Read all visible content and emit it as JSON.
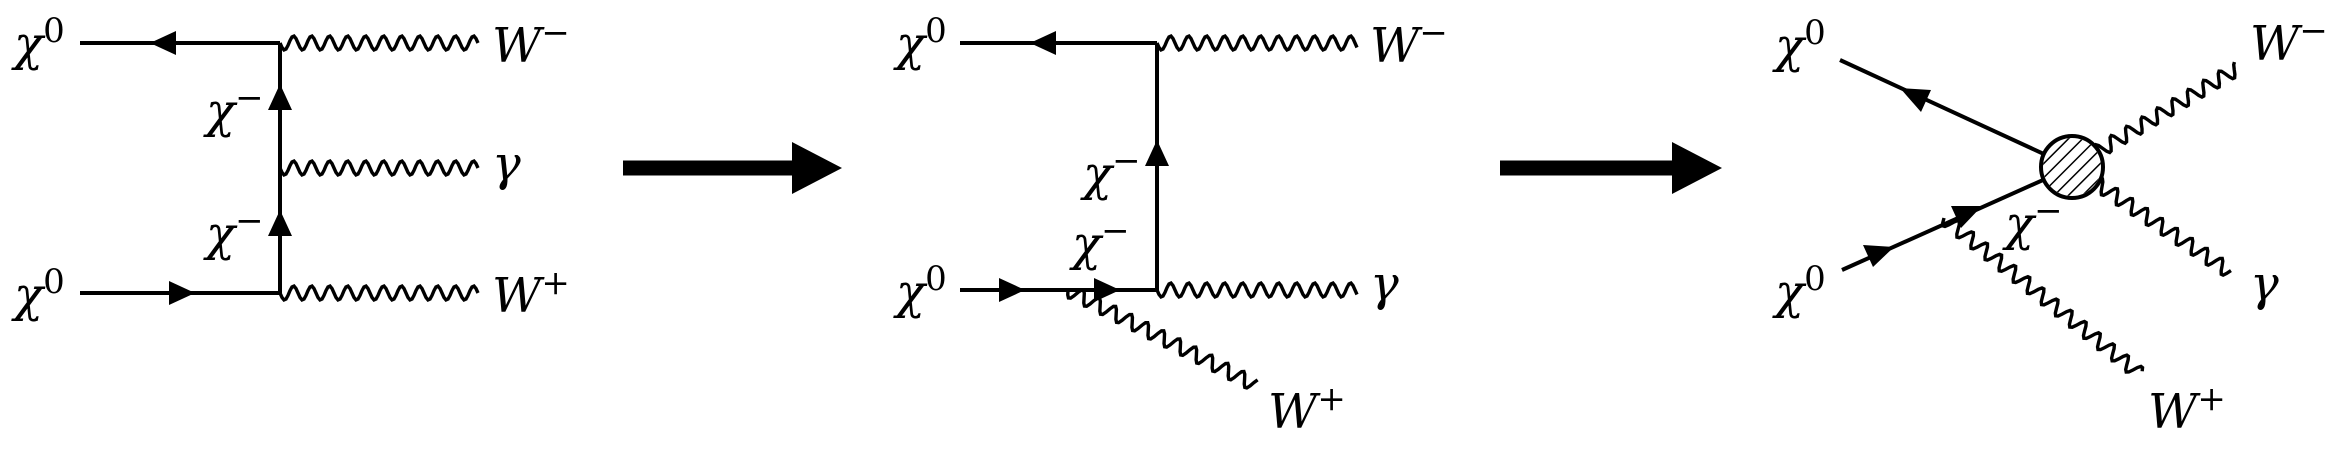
{
  "diagrams": [
    {
      "labels": {
        "chi0_top": {
          "base": "χ",
          "sup": "0"
        },
        "chi0_bottom": {
          "base": "χ",
          "sup": "0"
        },
        "chi_minus_upper": {
          "base": "χ",
          "sup": "−"
        },
        "chi_minus_lower": {
          "base": "χ",
          "sup": "−"
        },
        "w_minus": {
          "base": "W",
          "sup": "−"
        },
        "gamma": {
          "base": "γ",
          "sup": ""
        },
        "w_plus": {
          "base": "W",
          "sup": "+"
        }
      }
    },
    {
      "labels": {
        "chi0_top": {
          "base": "χ",
          "sup": "0"
        },
        "chi0_bottom": {
          "base": "χ",
          "sup": "0"
        },
        "chi_minus_upper": {
          "base": "χ",
          "sup": "−"
        },
        "chi_minus_lower": {
          "base": "χ",
          "sup": "−"
        },
        "w_minus": {
          "base": "W",
          "sup": "−"
        },
        "gamma": {
          "base": "γ",
          "sup": ""
        },
        "w_plus": {
          "base": "W",
          "sup": "+"
        }
      }
    },
    {
      "labels": {
        "chi0_top": {
          "base": "χ",
          "sup": "0"
        },
        "chi0_bottom": {
          "base": "χ",
          "sup": "0"
        },
        "chi_minus": {
          "base": "χ",
          "sup": "−"
        },
        "w_minus": {
          "base": "W",
          "sup": "−"
        },
        "gamma": {
          "base": "γ",
          "sup": ""
        },
        "w_plus": {
          "base": "W",
          "sup": "+"
        }
      }
    }
  ],
  "transition_arrows": 2,
  "colors": {
    "ink": "#000000",
    "background": "#ffffff"
  }
}
